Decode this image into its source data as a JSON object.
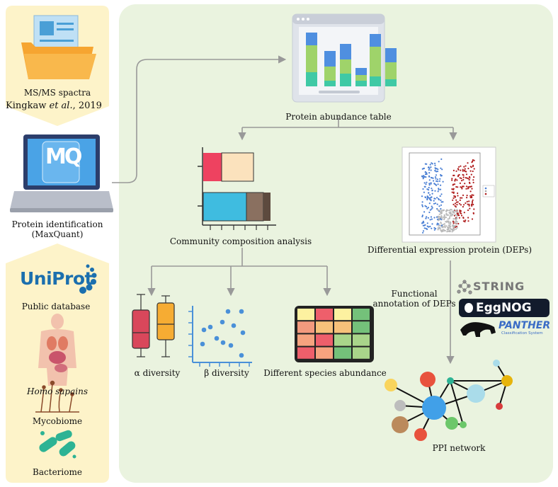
{
  "left": {
    "msms_label": "MS/MS spactra",
    "citation": {
      "author": "Kingkaw ",
      "etal": "et al.",
      "year": ", 2019"
    },
    "mq_logo": "MQ",
    "protein_id_label_line1": "Protein identification",
    "protein_id_label_line2": "(MaxQuant)",
    "uniprot_logo": "UniProt",
    "public_db_label": "Public database",
    "homo_label": "Homo sapains",
    "myco_label": "Mycobiome",
    "bacterio_label": "Bacteriome"
  },
  "main": {
    "abundance_table_label": "Protein abundance table",
    "community_label": "Community composition analysis",
    "dep_label": "Differential expression protein (DEPs)",
    "alpha_label": "α diversity",
    "beta_label": "β diversity",
    "species_label": "Different species abundance",
    "functional_line1": "Functional",
    "functional_line2": "annotation of DEPs",
    "ppi_label": "PPI network",
    "db_string": "STRING",
    "db_eggnog": "EggNOG",
    "db_panther": "PANTHER",
    "db_panther_sub": "Classification System"
  },
  "colors": {
    "panel_green": "#eaf3df",
    "panel_yellow": "#fdf3c9",
    "arrow": "#999999",
    "bar_blue": "#4f8fe0",
    "bar_green": "#9fd36a",
    "bar_teal": "#3fc9a5"
  }
}
